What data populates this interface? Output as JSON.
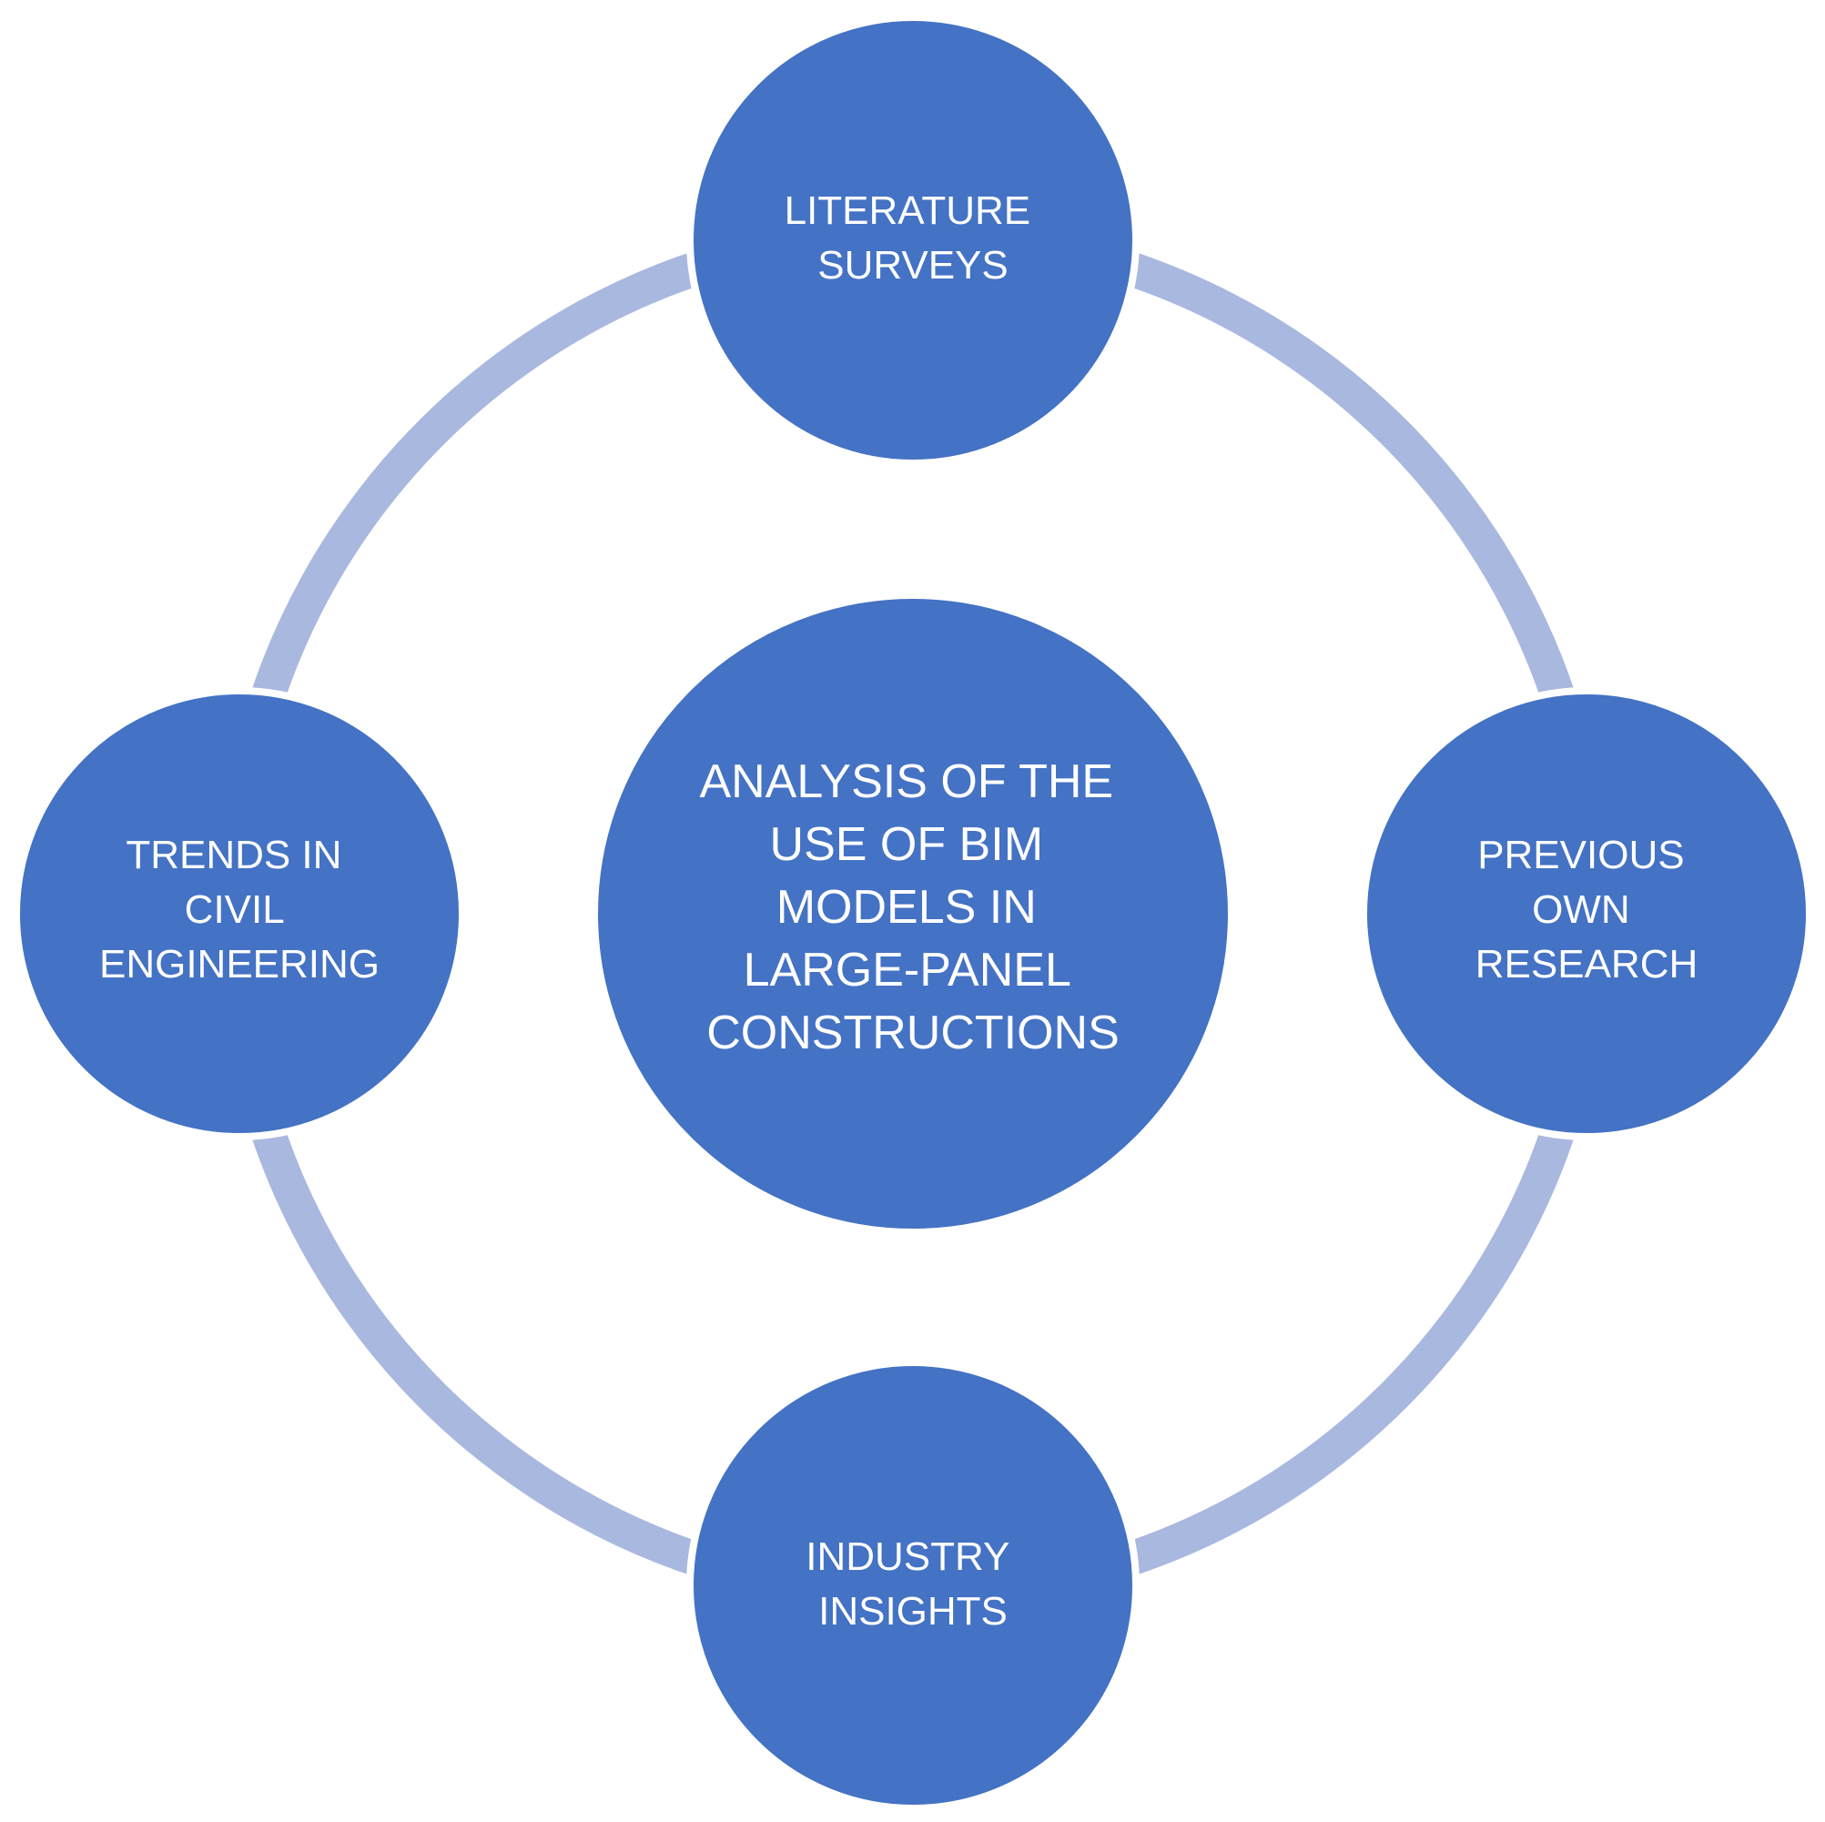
{
  "diagram": {
    "type": "radial-cycle",
    "center": {
      "lines": [
        "ANALYSIS OF THE",
        "USE OF BIM",
        "MODELS IN",
        "LARGE-PANEL",
        "CONSTRUCTIONS"
      ]
    },
    "nodes": [
      {
        "id": "top",
        "lines": [
          "LITERATURE",
          "SURVEYS"
        ]
      },
      {
        "id": "right",
        "lines": [
          "PREVIOUS",
          "OWN",
          "RESEARCH"
        ]
      },
      {
        "id": "bottom",
        "lines": [
          "INDUSTRY",
          "INSIGHTS"
        ]
      },
      {
        "id": "left",
        "lines": [
          "TRENDS IN",
          "CIVIL",
          "ENGINEERING"
        ]
      }
    ],
    "colors": {
      "node_fill": "#4472C4",
      "node_stroke": "#ffffff",
      "ring": "#A9B8DF",
      "text": "#ffffff",
      "background": "#ffffff"
    }
  }
}
